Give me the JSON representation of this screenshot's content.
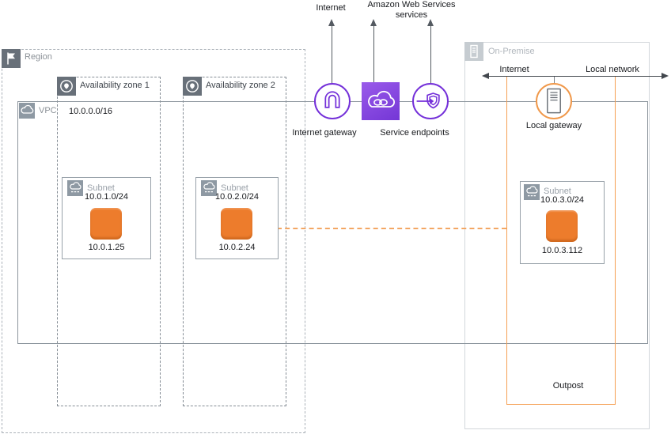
{
  "region": {
    "label": "Region"
  },
  "vpc": {
    "label": "VPC",
    "cidr": "10.0.0.0/16"
  },
  "availability_zones": [
    {
      "label": "Availability zone 1"
    },
    {
      "label": "Availability zone 2"
    }
  ],
  "subnets": [
    {
      "label": "Subnet",
      "cidr": "10.0.1.0/24",
      "instance_ip": "10.0.1.25"
    },
    {
      "label": "Subnet",
      "cidr": "10.0.2.0/24",
      "instance_ip": "10.0.2.24"
    },
    {
      "label": "Subnet",
      "cidr": "10.0.3.0/24",
      "instance_ip": "10.0.3.112"
    }
  ],
  "external": {
    "internet": "Internet",
    "aws_line1": "Amazon Web Services",
    "aws_line2": "services"
  },
  "gateways": {
    "internet_gateway": "Internet gateway",
    "service_endpoints": "Service endpoints",
    "local_gateway": "Local gateway"
  },
  "on_premise": {
    "label": "On-Premise",
    "internet": "Internet",
    "local_network": "Local network",
    "outpost": "Outpost"
  },
  "colors": {
    "purple_accent": "#7430d9",
    "instance_orange": "#ed7c2c",
    "outpost_orange": "#f5a053",
    "vpc_border_gray": "#8d969e",
    "dark_icon_gray": "#687079"
  }
}
